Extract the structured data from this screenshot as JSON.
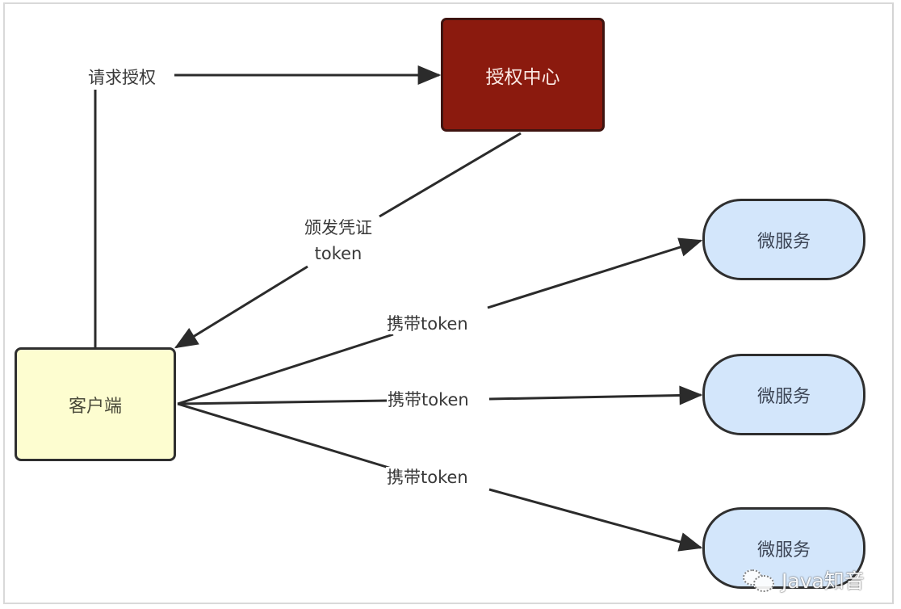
{
  "diagram": {
    "nodes": {
      "auth_center": {
        "label": "授权中心",
        "fill": "#8b1a0e",
        "border": "#3e1410"
      },
      "client": {
        "label": "客户端",
        "fill": "#fdfdd0",
        "border": "#2f2f2f"
      },
      "microservices": [
        {
          "label": "微服务",
          "fill": "#d3e6fb",
          "border": "#2f2f2f"
        },
        {
          "label": "微服务",
          "fill": "#d3e6fb",
          "border": "#2f2f2f"
        },
        {
          "label": "微服务",
          "fill": "#d3e6fb",
          "border": "#2f2f2f"
        }
      ]
    },
    "edges": {
      "request_auth": {
        "label": "请求授权",
        "from": "客户端",
        "to": "授权中心"
      },
      "issue_credential": {
        "label_line1": "颁发凭证",
        "label_line2": "token",
        "from": "授权中心",
        "to": "客户端"
      },
      "carry_token": [
        {
          "label": "携带token",
          "from": "客户端",
          "to": "微服务"
        },
        {
          "label": "携带token",
          "from": "客户端",
          "to": "微服务"
        },
        {
          "label": "携带token",
          "from": "客户端",
          "to": "微服务"
        }
      ]
    },
    "edge_color": "#2b2b2b",
    "watermark": {
      "text": "Java知音",
      "icon": "wechat-icon"
    }
  }
}
